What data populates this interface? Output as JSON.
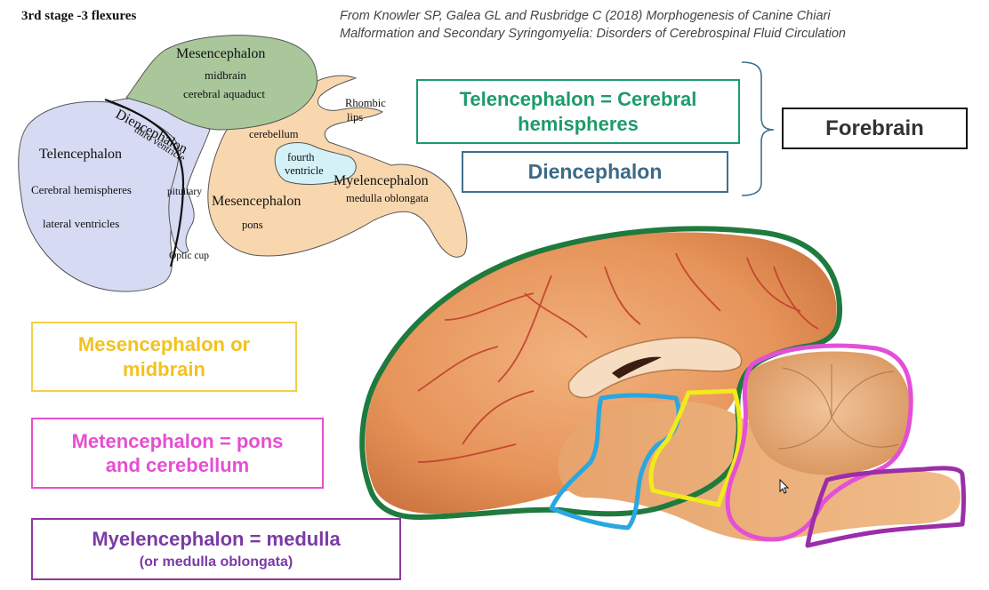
{
  "header": {
    "stage_title": "3rd stage -3 flexures",
    "citation_line1": "From Knowler SP, Galea GL and Rusbridge C (2018) Morphogenesis of Canine Chiari",
    "citation_line2": "Malformation and Secondary Syringomyelia: Disorders of Cerebrospinal Fluid Circulation"
  },
  "embryo_diagram": {
    "mesencephalon_top": "Mesencephalon",
    "midbrain": "midbrain",
    "cerebral_aquaduct": "cerebral aquaduct",
    "diencephalon": "Diencephalon",
    "third_ventricle": "third ventricle",
    "telencephalon": "Telencephalon",
    "cerebral_hemispheres": "Cerebral hemispheres",
    "lateral_ventricles": "lateral ventricles",
    "pituitary": "pituitary",
    "optic_cup": "Optic cup",
    "rhombic_lips_1": "Rhombic",
    "rhombic_lips_2": "lips",
    "cerebellum": "cerebellum",
    "fourth_ventricle_1": "fourth",
    "fourth_ventricle_2": "ventricle",
    "myelencephalon": "Myelencephalon",
    "medulla_oblongata": "medulla oblongata",
    "mesencephalon_pons": "Mesencephalon",
    "pons": "pons",
    "colors": {
      "telencephalon": "#d6daf2",
      "mesencephalon": "#a9c79b",
      "hindbrain": "#f9d7ae",
      "fourth_ventricle": "#d3f1f6"
    }
  },
  "boxes": {
    "telencephalon_line1": "Telencephalon = Cerebral",
    "telencephalon_line2": "hemispheres",
    "diencephalon": "Diencephalon",
    "forebrain": "Forebrain",
    "mesencephalon_line1": "Mesencephalon or",
    "mesencephalon_line2": "midbrain",
    "metencephalon_line1": "Metencephalon = pons",
    "metencephalon_line2": "and cerebellum",
    "myelencephalon_line1": "Myelencephalon = medulla",
    "myelencephalon_line2": "(or medulla oblongata)"
  },
  "brain_photo": {
    "outline_colors": {
      "forebrain": "#1f7a3e",
      "diencephalon": "#2aa7e0",
      "mesencephalon": "#f2ea1a",
      "metencephalon": "#e44fd8",
      "myelencephalon": "#9b2ea8"
    }
  }
}
